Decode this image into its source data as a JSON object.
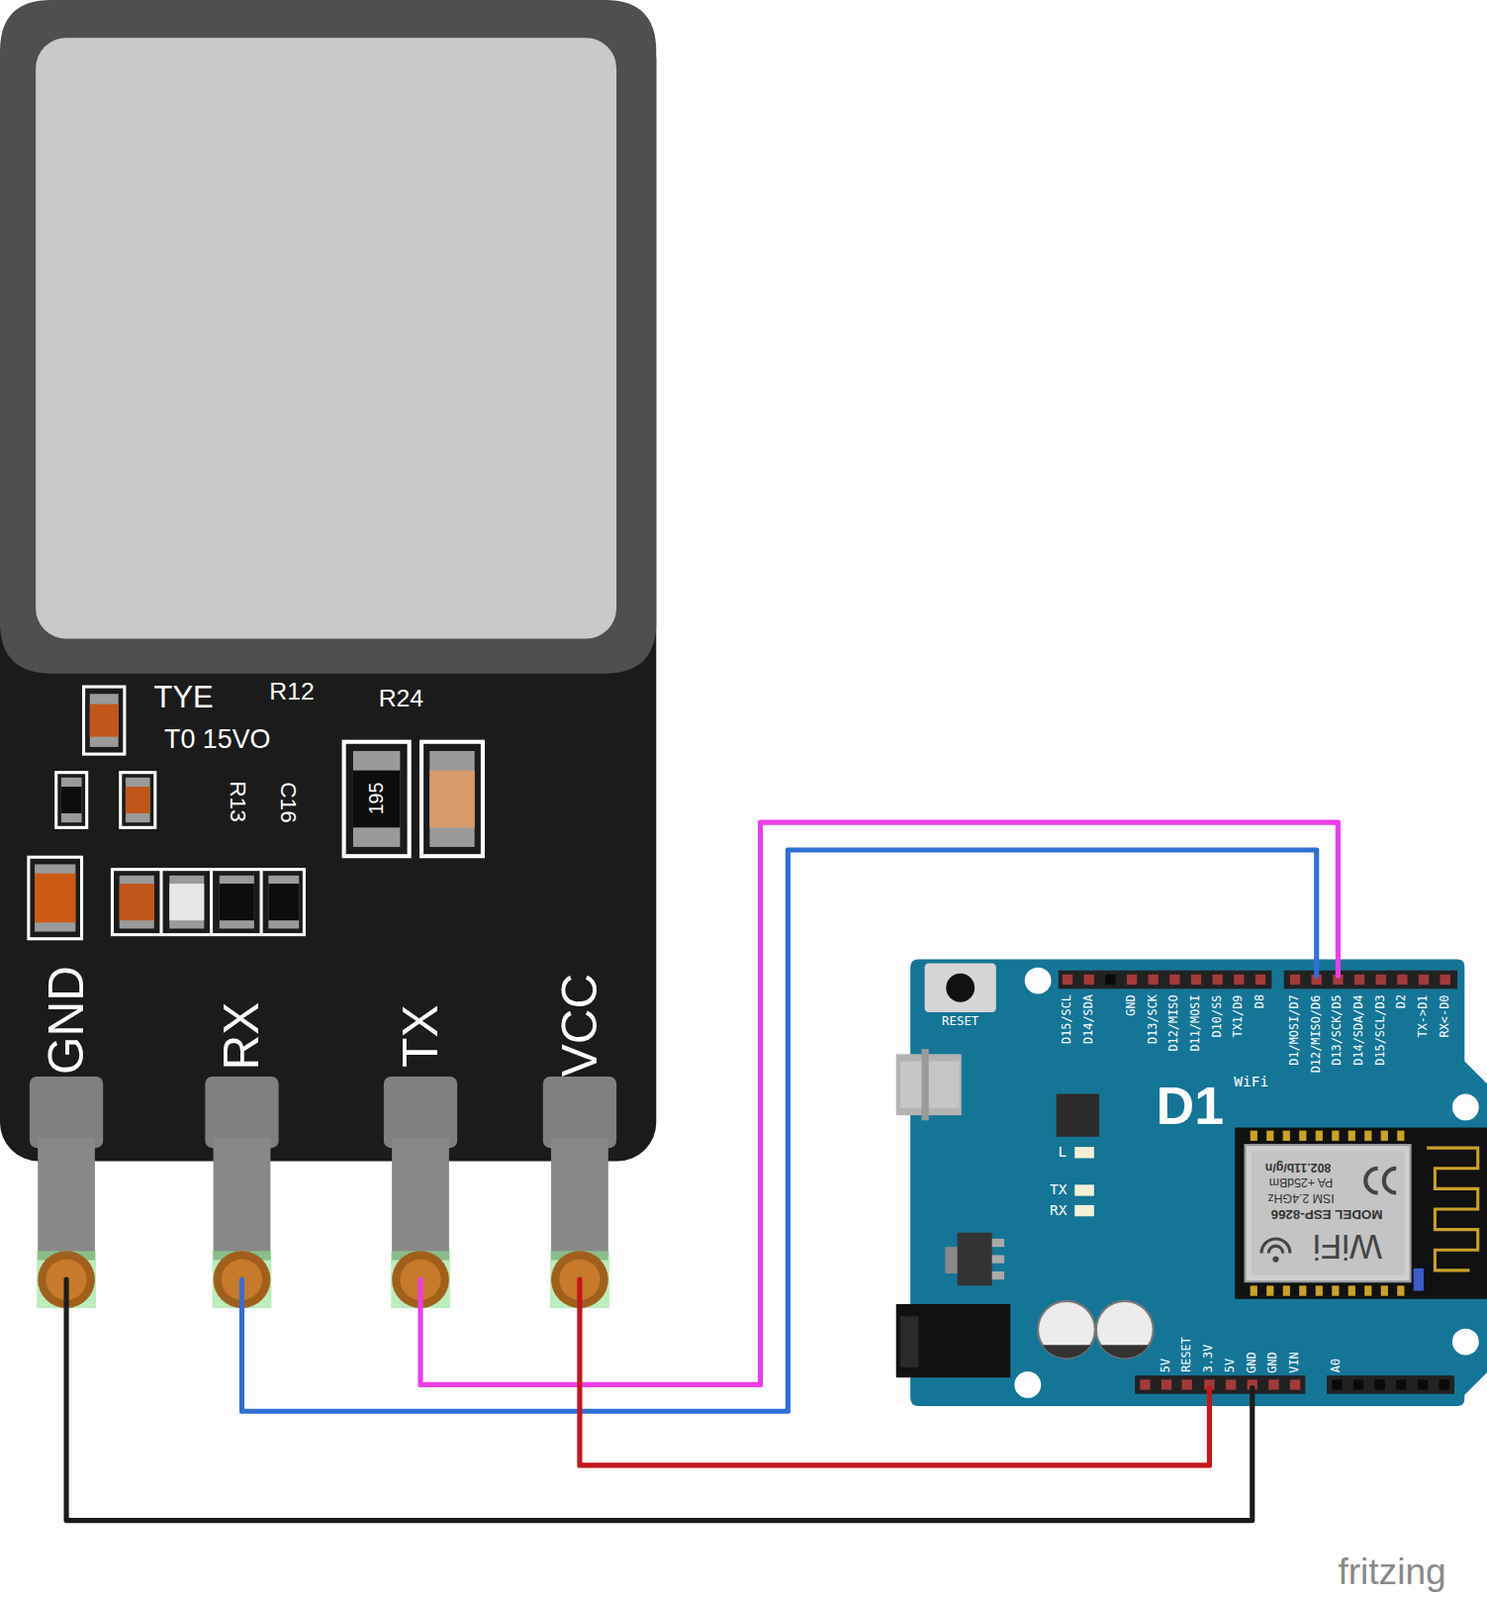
{
  "diagram": {
    "nodes": [
      {
        "text": [
          "GND"
        ]
      },
      {
        "text": [
          "RX"
        ]
      },
      {
        "text": [
          "TX"
        ]
      },
      {
        "text": [
          "VCC"
        ]
      },
      {
        "text": [
          "D12/MISO/D6"
        ]
      },
      {
        "text": [
          "D13/SCK/D5"
        ]
      },
      {
        "text": [
          "3.3V"
        ]
      },
      {
        "text": [
          "GND"
        ]
      }
    ],
    "edges": [
      {
        "from": 0,
        "to": 7,
        "arrow": "none"
      },
      {
        "from": 1,
        "to": 4,
        "arrow": "none"
      },
      {
        "from": 2,
        "to": 5,
        "arrow": "none"
      },
      {
        "from": 3,
        "to": 6,
        "arrow": "none"
      }
    ],
    "labels": [
      "TYE",
      "T0 15VO",
      "R12",
      "R24",
      "R13",
      "C16",
      "195",
      "RESET",
      "D15/SCL",
      "D14/SDA",
      "GND",
      "D13/SCK",
      "D12/MISO",
      "D11/MOSI",
      "D10/SS",
      "TX1/D9",
      "D8",
      "D1/MOSI/D7",
      "D14/SDA/D4",
      "D15/SCL/D3",
      "D2",
      "TX->D1",
      "RX<-D0",
      "D1",
      "WiFi",
      "L",
      "TX",
      "RX",
      "MODEL ESP-8266",
      "ISM 2.4GHz",
      "PA +25dBm",
      "802.11b/g/n",
      "WiFi",
      "5V",
      "RESET",
      "5V",
      "GND",
      "VIN",
      "A0",
      "fritzing"
    ]
  }
}
